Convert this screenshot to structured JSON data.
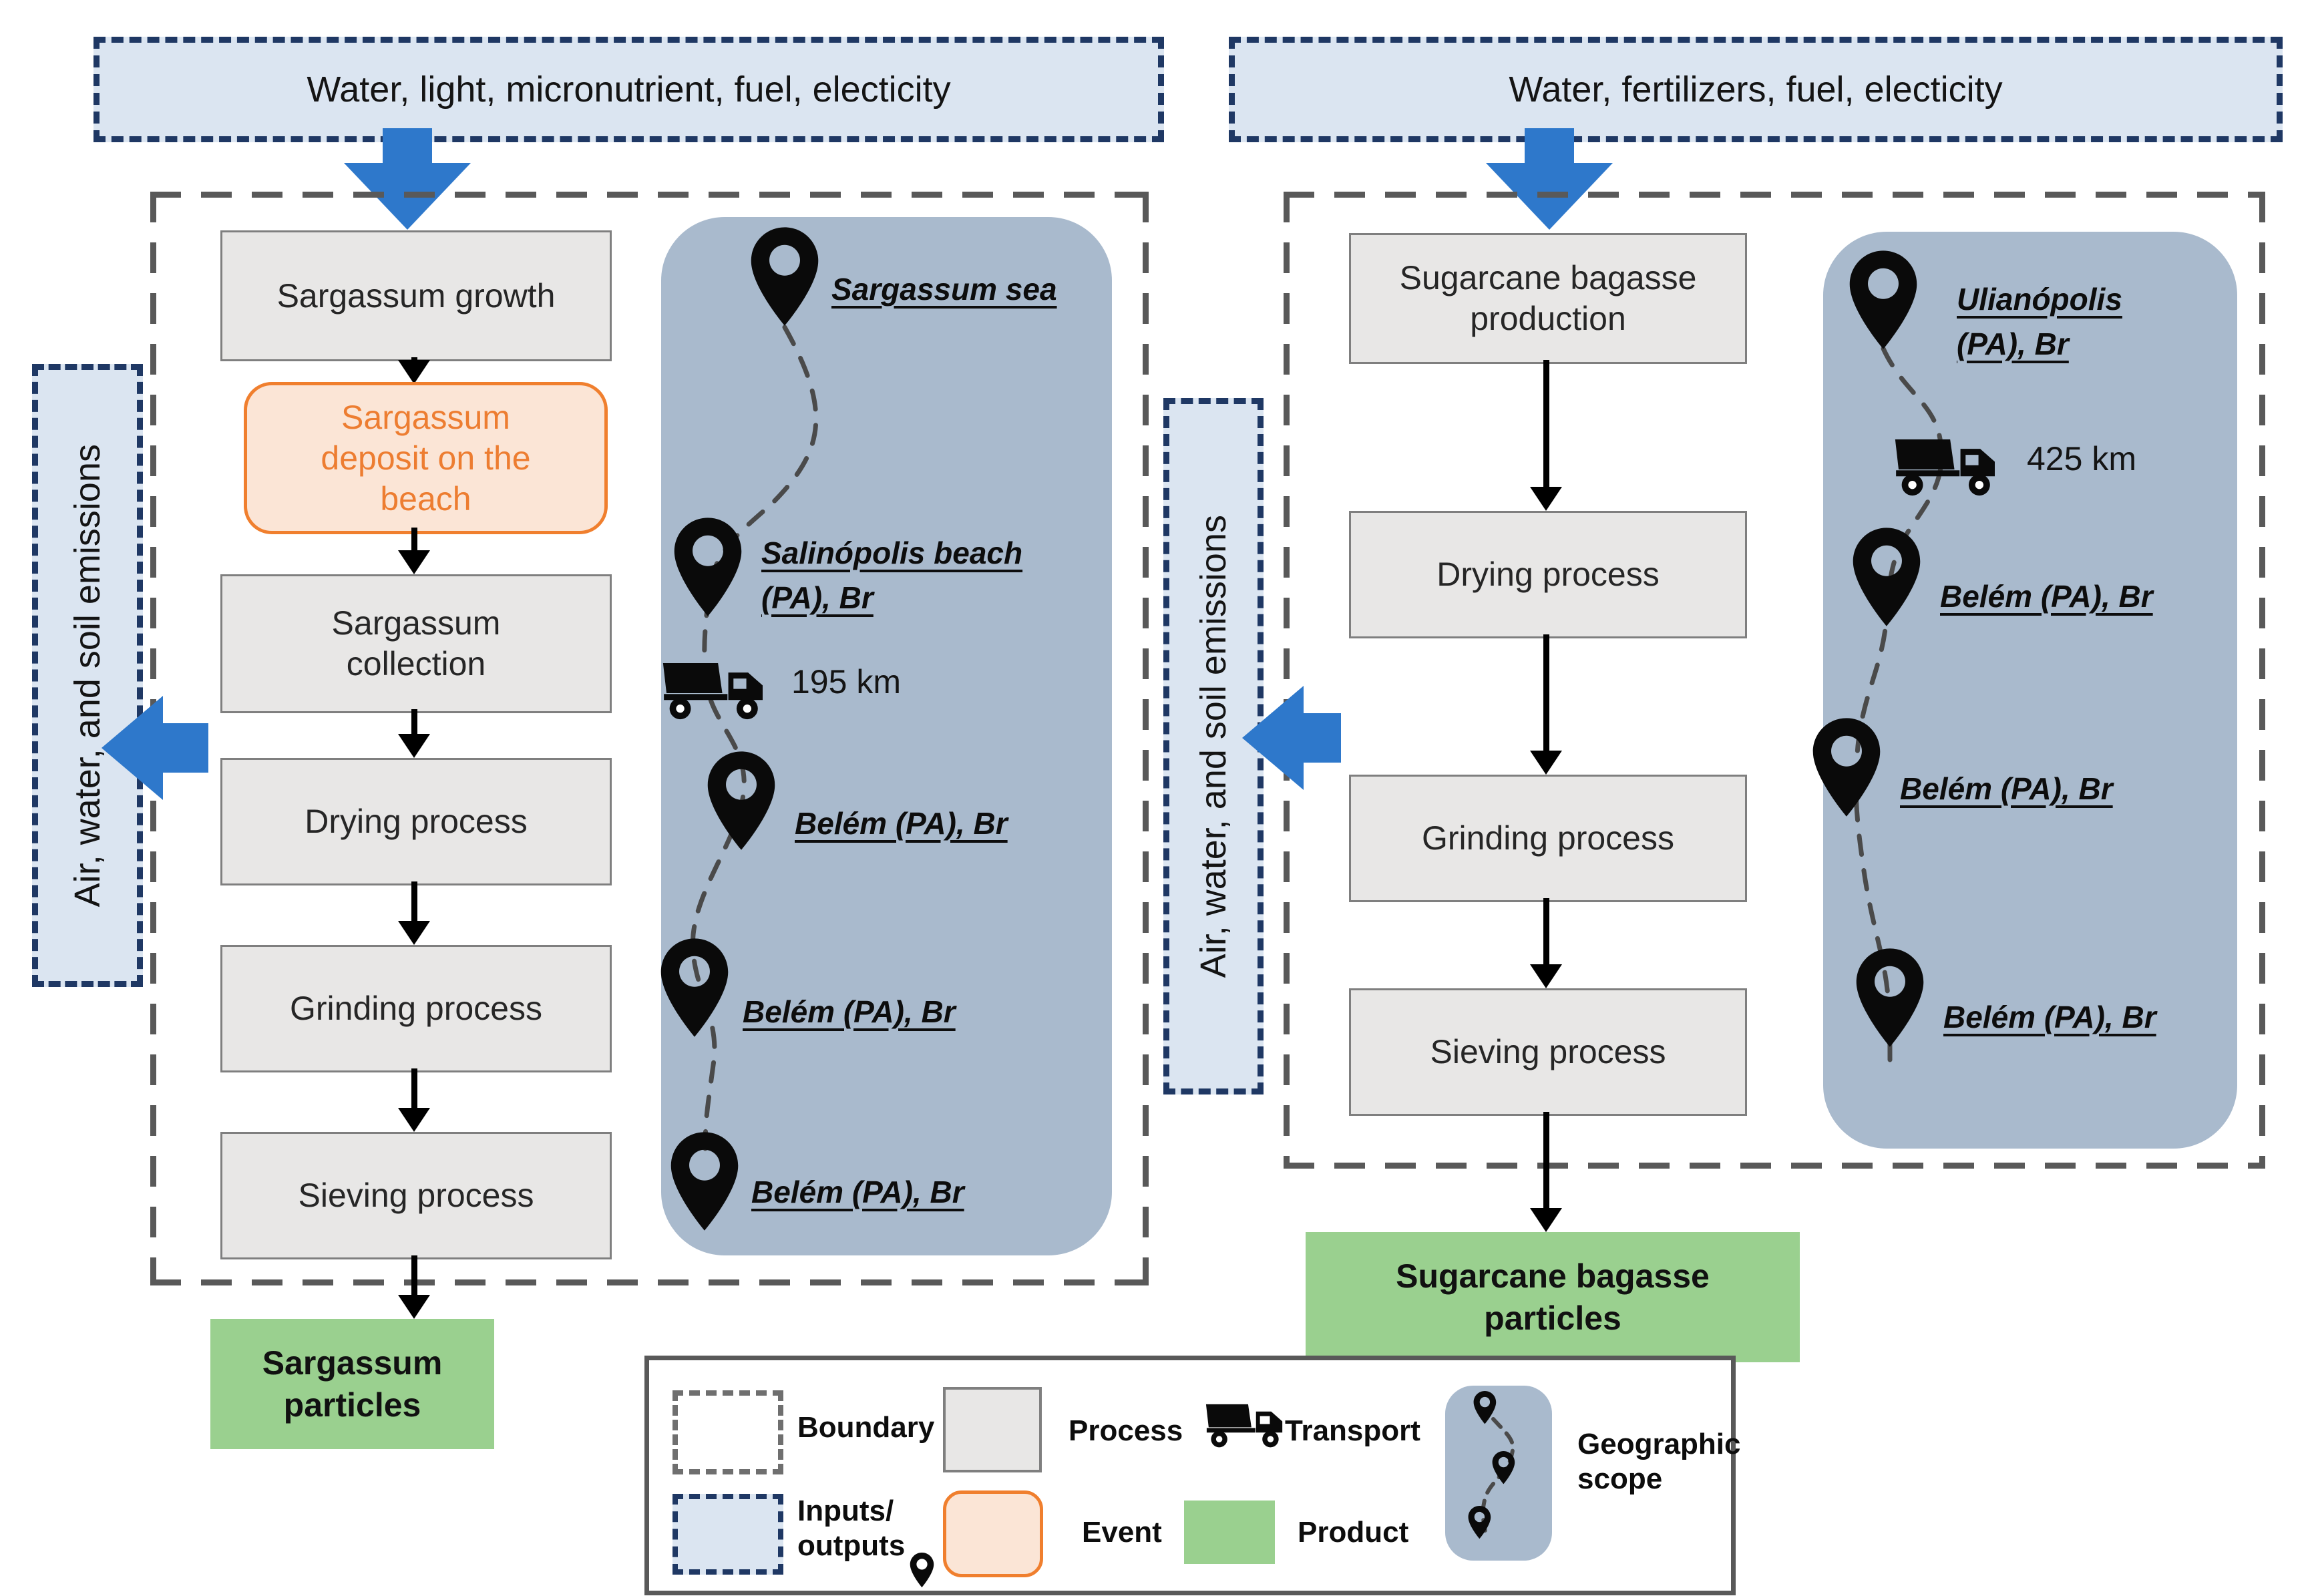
{
  "left_flow": {
    "inputs": "Water, light, micronutrient, fuel, electicity",
    "emissions": "Air, water, and soil emissions",
    "steps": [
      "Sargassum growth",
      "Sargassum deposit on the beach",
      "Sargassum collection",
      "Drying process",
      "Grinding process",
      "Sieving process"
    ],
    "product": "Sargassum particles",
    "geo": {
      "stop1": "Sargassum sea",
      "stop2": "Salinópolis beach (PA), Br",
      "distance": "195 km",
      "stop3": "Belém (PA), Br",
      "stop4": "Belém (PA), Br",
      "stop5": "Belém (PA), Br"
    }
  },
  "right_flow": {
    "inputs": "Water, fertilizers, fuel, electicity",
    "emissions": "Air, water, and soil emissions",
    "steps": [
      "Sugarcane bagasse production",
      "Drying process",
      "Grinding process",
      "Sieving process"
    ],
    "product": "Sugarcane bagasse particles",
    "geo": {
      "stop1": "Ulianópolis (PA), Br",
      "distance": "425 km",
      "stop2": "Belém (PA), Br",
      "stop3": "Belém (PA), Br",
      "stop4": "Belém (PA), Br"
    }
  },
  "legend": {
    "boundary": "Boundary",
    "process": "Process",
    "transport": "Transport",
    "geographic_scope": "Geographic scope",
    "inputs_outputs": "Inputs/ outputs",
    "event": "Event",
    "product": "Product"
  },
  "icons": {
    "location": "map-pin",
    "transport": "dump-truck"
  },
  "colors": {
    "inputs_fill": "#dbe5f1",
    "inputs_border": "#1f3864",
    "boundary": "#595959",
    "process_fill": "#e8e7e6",
    "process_border": "#7f7f7f",
    "event_fill": "#fbe5d6",
    "event_accent": "#ed7d31",
    "product_fill": "#9ad08f",
    "geo_fill": "#a9bacd",
    "arrow_blue": "#2e78cb"
  }
}
